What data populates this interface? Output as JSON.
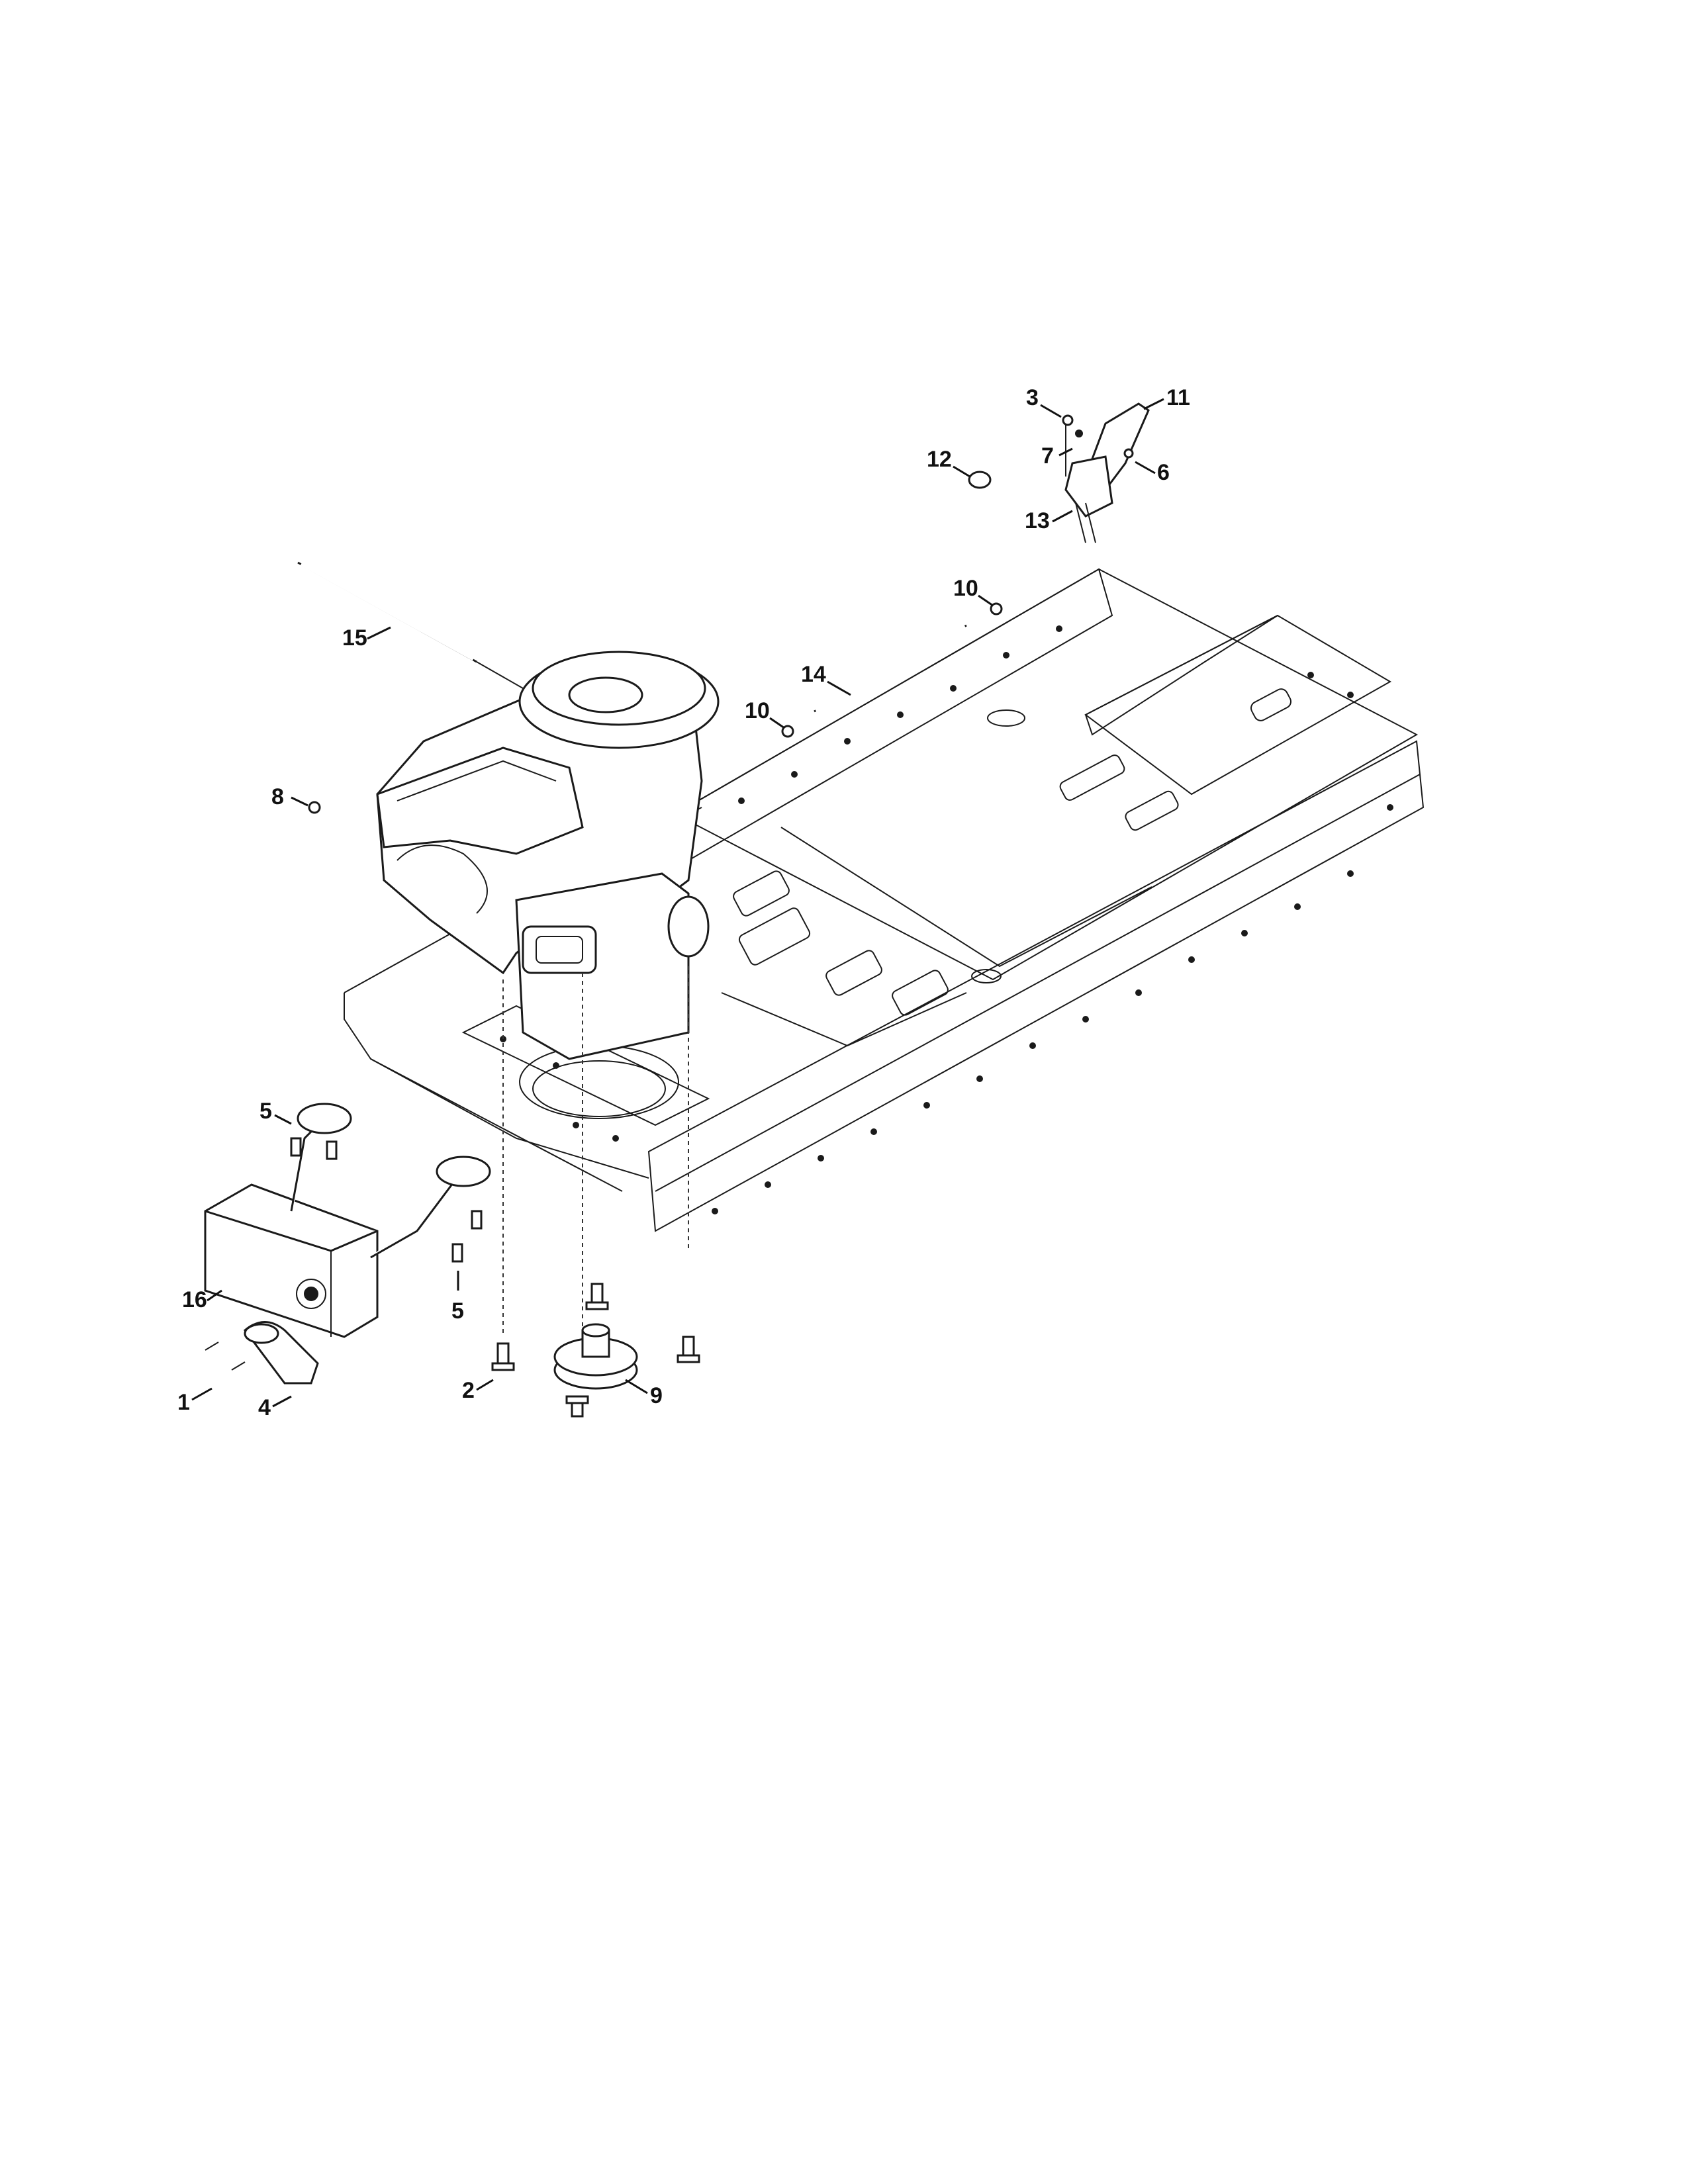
{
  "callouts": {
    "c1": "1",
    "c2": "2",
    "c3": "3",
    "c4": "4",
    "c5a": "5",
    "c5b": "5",
    "c6": "6",
    "c7": "7",
    "c8": "8",
    "c9": "9",
    "c10a": "10",
    "c10b": "10",
    "c11": "11",
    "c12": "12",
    "c13": "13",
    "c14": "14",
    "c15": "15",
    "c16": "16"
  }
}
